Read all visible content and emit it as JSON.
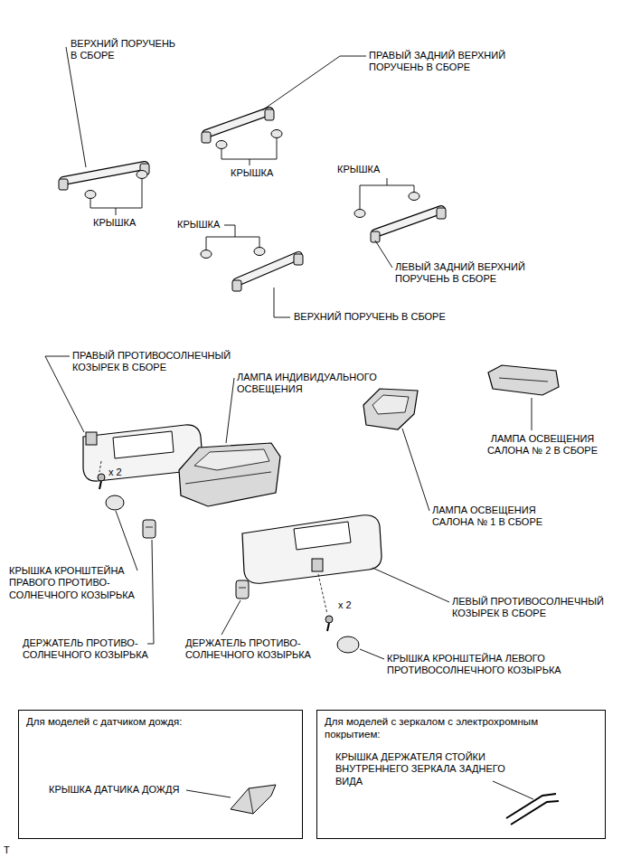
{
  "diagram": {
    "nodes": [
      {
        "text": [
          "Для моделей с датчиком дождя:",
          "КРЫШКА ДАТЧИКА ДОЖДЯ"
        ]
      },
      {
        "text": [
          "Для моделей с зеркалом с электрохромным покрытием:",
          "КРЫШКА ДЕРЖАТЕЛЯ СТОЙКИ ВНУТРЕННЕГО ЗЕРКАЛА ЗАДНЕГО ВИДА"
        ]
      }
    ],
    "labels": [
      "ВЕРХНИЙ ПОРУЧЕНЬ В СБОРЕ",
      "ПРАВЫЙ ЗАДНИЙ ВЕРХНИЙ ПОРУЧЕНЬ В СБОРЕ",
      "КРЫШКА",
      "КРЫШКА",
      "КРЫШКА",
      "КРЫШКА",
      "ЛЕВЫЙ ЗАДНИЙ ВЕРХНИЙ ПОРУЧЕНЬ В СБОРЕ",
      "ВЕРХНИЙ ПОРУЧЕНЬ В СБОРЕ",
      "ПРАВЫЙ ПРОТИВОСОЛНЕЧНЫЙ КОЗЫРЕК В СБОРЕ",
      "ЛАМПА ИНДИВИДУАЛЬНОГО ОСВЕЩЕНИЯ",
      "x 2",
      "ЛАМПА ОСВЕЩЕНИЯ САЛОНА № 2 В СБОРЕ",
      "ЛАМПА ОСВЕЩЕНИЯ САЛОНА № 1 В СБОРЕ",
      "КРЫШКА КРОНШТЕЙНА ПРАВОГО ПРОТИВО- СОЛНЕЧНОГО КОЗЫРЬКА",
      "ЛЕВЫЙ ПРОТИВОСОЛНЕЧНЫЙ КОЗЫРЕК В СБОРЕ",
      "x 2",
      "ДЕРЖАТЕЛЬ ПРОТИВО- СОЛНЕЧНОГО КОЗЫРЬКА",
      "ДЕРЖАТЕЛЬ ПРОТИВО- СОЛНЕЧНОГО КОЗЫРЬКА",
      "КРЫШКА КРОНШТЕЙНА ЛЕВОГО ПРОТИВОСОЛНЕЧНОГО КОЗЫРЬКА",
      "T"
    ]
  }
}
